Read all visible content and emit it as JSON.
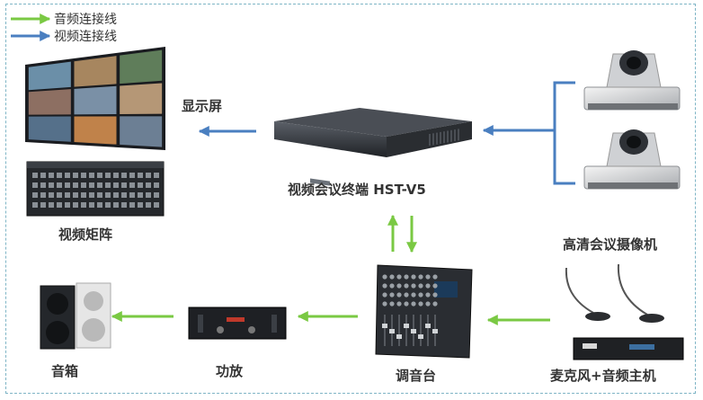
{
  "legend": {
    "audio_label": "音频连接线",
    "video_label": "视频连接线",
    "audio_color": "#7ac943",
    "video_color": "#4a7fc0"
  },
  "labels": {
    "display": "显示屏",
    "terminal": "视频会议终端 HST-V5",
    "matrix": "视频矩阵",
    "camera": "高清会议摄像机",
    "speaker": "音箱",
    "amplifier": "功放",
    "mixer": "调音台",
    "mic_host": "麦克风+音频主机"
  },
  "colors": {
    "frame_border": "#7fb5c6",
    "device_dark": "#2b2e33"
  }
}
